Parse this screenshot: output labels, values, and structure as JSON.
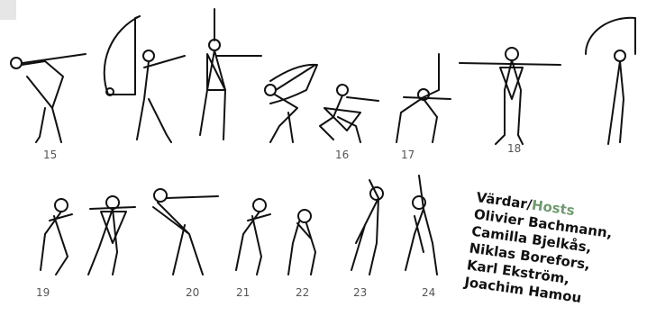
{
  "figure_numbers": [
    "15",
    "16",
    "17",
    "18",
    "19",
    "20",
    "21",
    "22",
    "23",
    "24"
  ],
  "hosts": {
    "label_sv": "Värdar",
    "separator": "/",
    "label_en": "Hosts",
    "names": [
      "Olivier Bachmann,",
      "Camilla Bjelkås,",
      "Niklas Borefors,",
      "Karl Ekström,",
      "Joachim Hamou"
    ]
  },
  "colors": {
    "ink": "#111111",
    "hosts_accent": "#6f9a6f",
    "number": "#555555"
  }
}
